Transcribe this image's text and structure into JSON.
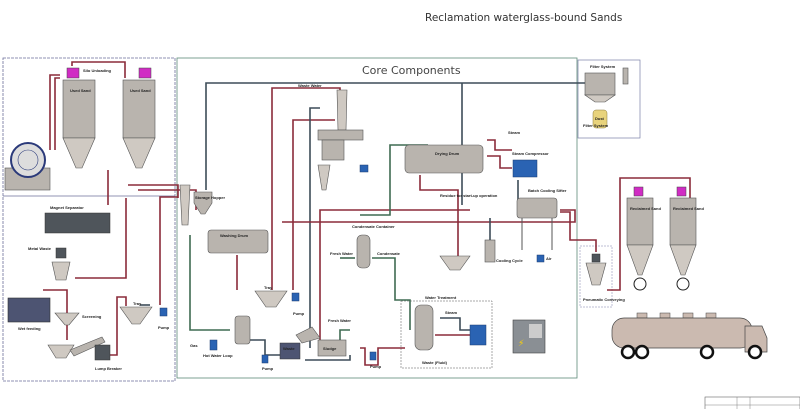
{
  "title": "Reclamation waterglass-bound Sands",
  "core_section": "Core Components",
  "labels": {
    "silo_unloading": "Silo Unloading",
    "used_sand_1": "Used Sand",
    "used_sand_2": "Used Sand",
    "magnet_separator": "Magnet Separator",
    "metal_waste": "Metal Waste",
    "wet_feeding": "Wet feeding",
    "screening": "Screening",
    "lump_breaker": "Lump Breaker",
    "pump_left": "Pump",
    "tray_left": "Tray",
    "waste_water": "Waste Water",
    "storage_hopper": "Storage Hopper",
    "washing_drum": "Washing Drum",
    "tray_mid": "Tray",
    "pump_mid": "Pump",
    "gas": "Gas",
    "hot_water_loop": "Hot Water Loop",
    "pump_bottom_1": "Pump",
    "waste": "Waste",
    "sludge": "Sludge",
    "fresh_water_1": "Fresh Water",
    "fresh_water_2": "Fresh Water",
    "pump_bottom_2": "Pump",
    "condensate_container": "Condensate Container",
    "condensate": "Condensate",
    "water_treatment": "Water Treatment",
    "steam_wt": "Steam",
    "waste_fluid": "Waste (Fluid)",
    "drying_drum": "Drying Drum",
    "steam": "Steam",
    "steam_compressor": "Steam Compressor",
    "residue": "Residue for start-up operation",
    "batch_cooling_sifter": "Batch Cooling Sifter",
    "cooling_cycle": "Cooling Cycle",
    "air": "Air",
    "filter_system": "Filter System",
    "dust": "Dust",
    "filter_system_2": "Filter System",
    "pneumatic_conveying": "Pneumatic Conveying",
    "reclaimed_sand_1": "Reclaimed Sand",
    "reclaimed_sand_2": "Reclaimed Sand"
  },
  "colors": {
    "sand_pipe": "#8b2b3a",
    "air_pipe": "#3d4c58",
    "water_pipe": "#3f6b52",
    "silo_top": "#d02cc4",
    "motor": "#2a63b3"
  }
}
